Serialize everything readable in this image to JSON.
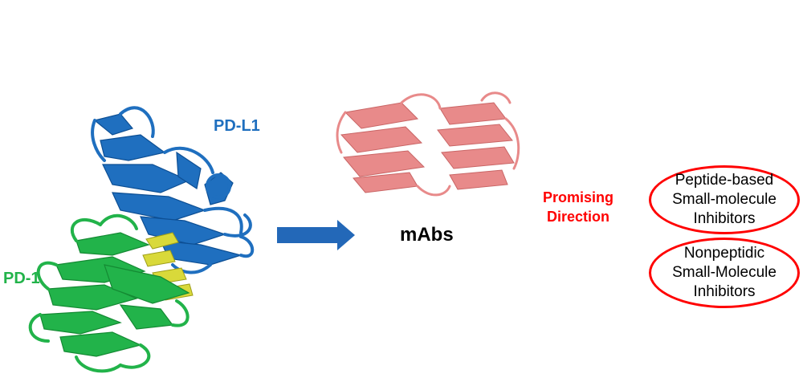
{
  "labels": {
    "pdl1": "PD-L1",
    "pd1": "PD-1",
    "mabs": "mAbs",
    "promising_line1": "Promising",
    "promising_line2": "Direction"
  },
  "ovals": [
    {
      "lines": [
        "Peptide-based",
        "Small-molecule",
        "Inhibitors"
      ]
    },
    {
      "lines": [
        "Nonpeptidic",
        "Small-Molecule",
        "Inhibitors"
      ]
    }
  ],
  "colors": {
    "pdl1": "#1f6fbf",
    "pd1": "#22b34a",
    "interface": "#d9d93a",
    "mab_top": "#e88a8a",
    "mab_bottom": "#f07b12",
    "arrow": "#2368b8",
    "oval_border": "#ff0000",
    "peptide": "#e0e040",
    "peptide_n": "#4a5ad8",
    "peptide_o": "#e03030",
    "small_molecule": "#8a8ae0"
  },
  "icons": [
    "pd1-pdl1-complex-structure",
    "mab-structure-pink",
    "mab-structure-orange",
    "peptide-stick-model",
    "small-molecule-stick-model",
    "arrow-right"
  ]
}
